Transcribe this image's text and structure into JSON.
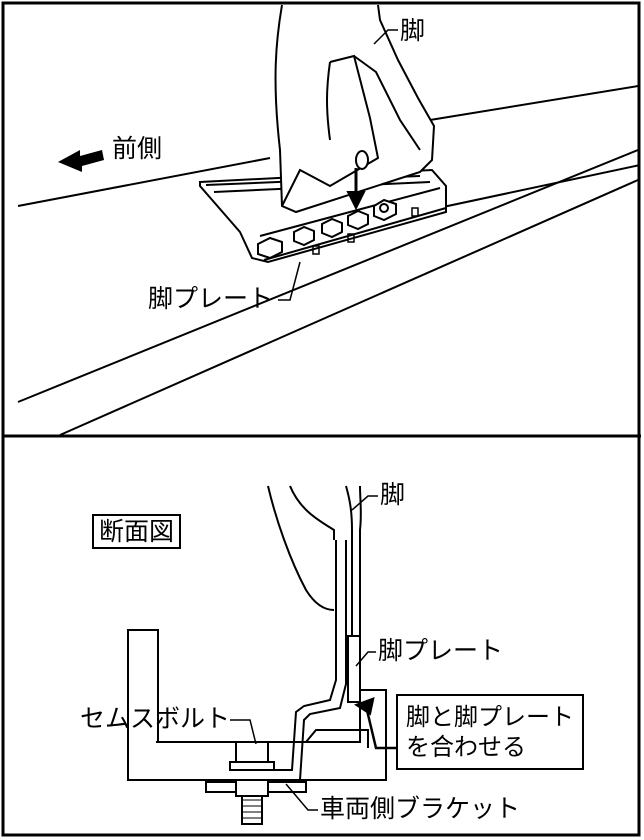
{
  "top_view": {
    "front_label": "前側",
    "leg_label": "脚",
    "leg_plate_label": "脚プレート"
  },
  "section_view": {
    "title": "断面図",
    "leg_label": "脚",
    "leg_plate_label": "脚プレート",
    "bolt_label": "セムスボルト",
    "bracket_label": "車両側ブラケット",
    "note_line1": "脚と脚プレート",
    "note_line2": "を合わせる"
  }
}
